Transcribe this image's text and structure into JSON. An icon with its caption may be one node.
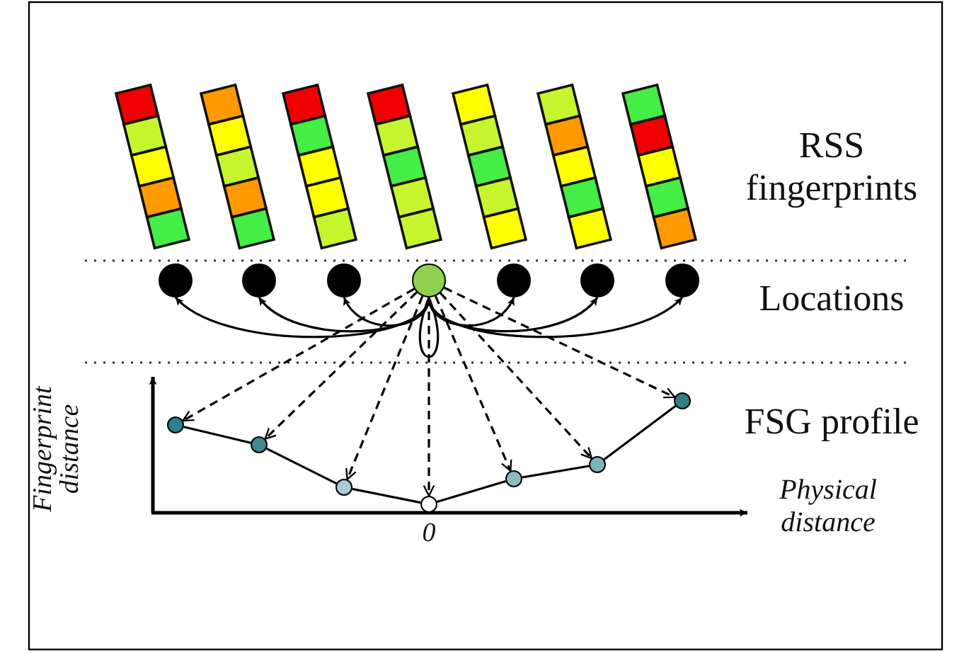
{
  "diagram": {
    "nodes": [
      {
        "text": [],
        "shape": "circle"
      },
      {
        "text": [],
        "shape": "circle"
      },
      {
        "text": [],
        "shape": "circle"
      },
      {
        "text": [],
        "shape": "circle"
      },
      {
        "text": [],
        "shape": "circle"
      },
      {
        "text": [],
        "shape": "circle"
      },
      {
        "text": [],
        "shape": "circle"
      },
      {
        "text": [],
        "shape": "circle"
      },
      {
        "text": [],
        "shape": "circle"
      },
      {
        "text": [],
        "shape": "circle"
      },
      {
        "text": [],
        "shape": "circle"
      },
      {
        "text": [],
        "shape": "circle"
      },
      {
        "text": [],
        "shape": "circle"
      },
      {
        "text": [],
        "shape": "circle"
      }
    ],
    "edges": [
      {
        "from": 3,
        "to": 0,
        "arrow": "to"
      },
      {
        "from": 3,
        "to": 1,
        "arrow": "to"
      },
      {
        "from": 3,
        "to": 2,
        "arrow": "to"
      },
      {
        "from": 3,
        "to": 3,
        "arrow": "none"
      },
      {
        "from": 3,
        "to": 4,
        "arrow": "to"
      },
      {
        "from": 3,
        "to": 5,
        "arrow": "to"
      },
      {
        "from": 3,
        "to": 6,
        "arrow": "to"
      },
      {
        "from": 3,
        "to": 7,
        "arrow": "to",
        "style": "dashed"
      },
      {
        "from": 3,
        "to": 8,
        "arrow": "to",
        "style": "dashed"
      },
      {
        "from": 3,
        "to": 9,
        "arrow": "to",
        "style": "dashed"
      },
      {
        "from": 3,
        "to": 10,
        "arrow": "to",
        "style": "dashed"
      },
      {
        "from": 3,
        "to": 11,
        "arrow": "to",
        "style": "dashed"
      },
      {
        "from": 3,
        "to": 12,
        "arrow": "to",
        "style": "dashed"
      },
      {
        "from": 3,
        "to": 13,
        "arrow": "to",
        "style": "dashed"
      },
      {
        "from": 7,
        "to": 8,
        "arrow": "none"
      },
      {
        "from": 8,
        "to": 9,
        "arrow": "none"
      },
      {
        "from": 9,
        "to": 10,
        "arrow": "none"
      },
      {
        "from": 10,
        "to": 11,
        "arrow": "none"
      },
      {
        "from": 11,
        "to": 12,
        "arrow": "none"
      },
      {
        "from": 12,
        "to": 13,
        "arrow": "none"
      }
    ],
    "labels": [
      "RSS fingerprints",
      "Locations",
      "FSG profile",
      "Fingerprint distance",
      "Physical distance",
      "0"
    ]
  }
}
